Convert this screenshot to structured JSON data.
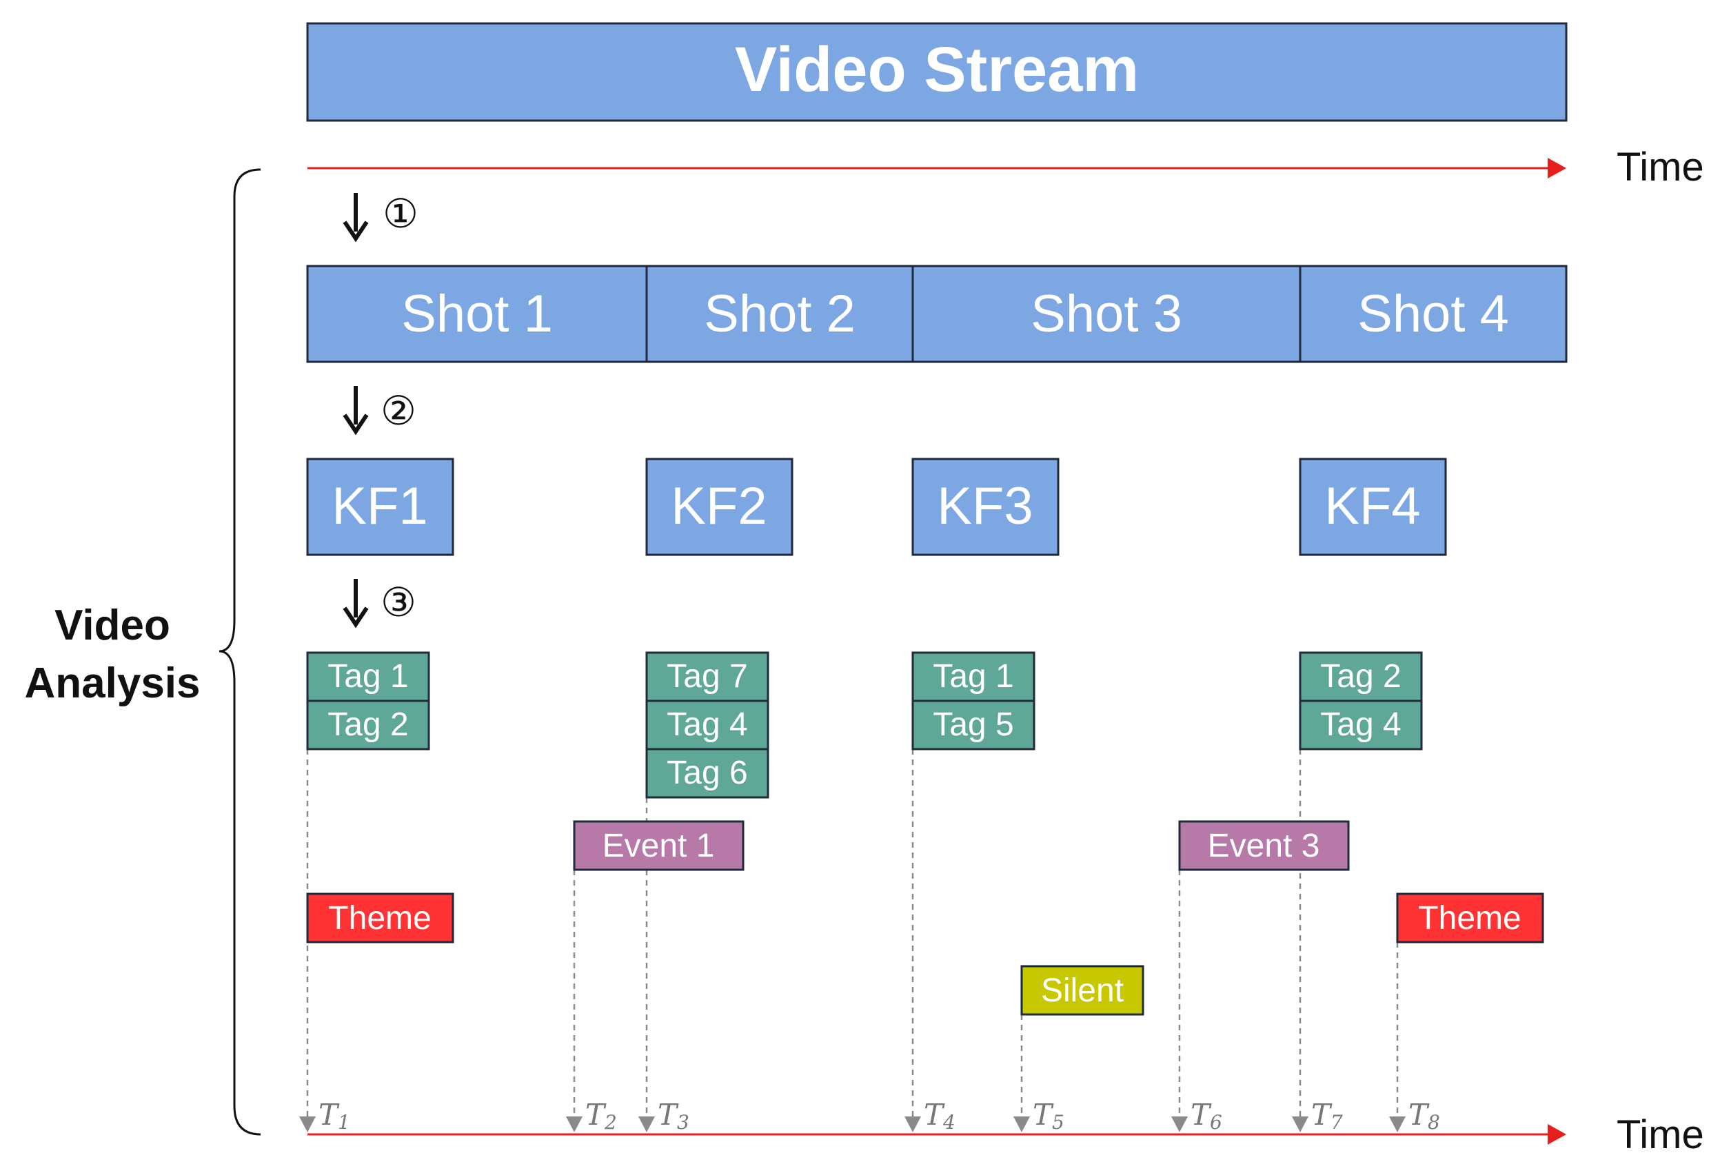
{
  "colors": {
    "blue": "#7da7e2",
    "blue_stroke": "#1f2a3a",
    "tag": "#5fa898",
    "event": "#b779a8",
    "theme": "#ff3333",
    "silent": "#c8c800",
    "time_arrow": "#e81e1e",
    "dash": "#8a8a8a",
    "text_white": "#ffffff",
    "text_dark": "#111111",
    "t_label": "#777777"
  },
  "video_stream": {
    "label": "Video Stream"
  },
  "time_label_top": "Time",
  "time_label_bottom": "Time",
  "side_label": {
    "line1": "Video",
    "line2": "Analysis"
  },
  "steps": [
    {
      "marker": "①"
    },
    {
      "marker": "②"
    },
    {
      "marker": "③"
    }
  ],
  "shots": [
    {
      "label": "Shot 1"
    },
    {
      "label": "Shot 2"
    },
    {
      "label": "Shot 3"
    },
    {
      "label": "Shot 4"
    }
  ],
  "keyframes": [
    {
      "label": "KF1"
    },
    {
      "label": "KF2"
    },
    {
      "label": "KF3"
    },
    {
      "label": "KF4"
    }
  ],
  "tag_groups": [
    {
      "tags": [
        "Tag 1",
        "Tag 2"
      ]
    },
    {
      "tags": [
        "Tag 7",
        "Tag 4",
        "Tag 6"
      ]
    },
    {
      "tags": [
        "Tag 1",
        "Tag 5"
      ]
    },
    {
      "tags": [
        "Tag 2",
        "Tag 4"
      ]
    }
  ],
  "events": [
    {
      "label": "Event 1"
    },
    {
      "label": "Event 3"
    }
  ],
  "themes": [
    {
      "label": "Theme"
    },
    {
      "label": "Theme"
    }
  ],
  "silent": {
    "label": "Silent"
  },
  "time_markers": [
    {
      "base": "T",
      "sub": "1"
    },
    {
      "base": "T",
      "sub": "2"
    },
    {
      "base": "T",
      "sub": "3"
    },
    {
      "base": "T",
      "sub": "4"
    },
    {
      "base": "T",
      "sub": "5"
    },
    {
      "base": "T",
      "sub": "6"
    },
    {
      "base": "T",
      "sub": "7"
    },
    {
      "base": "T",
      "sub": "8"
    }
  ]
}
